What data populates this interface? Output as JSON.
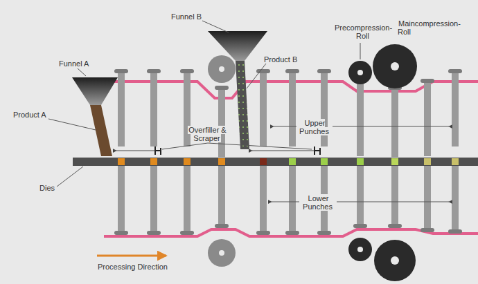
{
  "diagram": {
    "labels": [
      "Funnel A",
      "Product A",
      "Dies",
      "Funnel B",
      "Product B",
      "Precompression- Roll",
      "Maincompression- Roll",
      "Upper Punches",
      "Lower Punches",
      "Overfiller & Scraper",
      "Processing Direction"
    ]
  }
}
